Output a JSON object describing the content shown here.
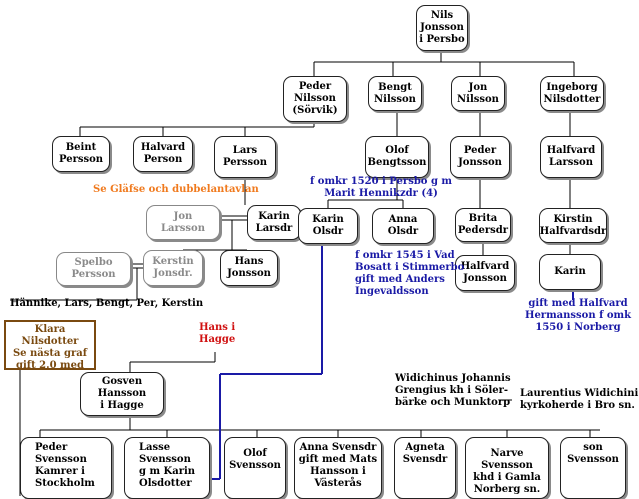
{
  "people": {
    "nils": "Nils\nJonsson\ni Persbo",
    "peder_nilsson": "Peder\nNilsson\n(Sörvik)",
    "bengt_nilsson": "Bengt\nNilsson",
    "jon_nilsson": "Jon\nNilsson",
    "ingeborg": "Ingeborg\nNilsdotter",
    "beint": "Beint\nPersson",
    "halvard_p": "Halvard\nPerson",
    "lars_p": "Lars\nPersson",
    "olof_b": "Olof\nBengtsson",
    "peder_j": "Peder\nJonsson",
    "halfvard_l": "Halfvard\nLarsson",
    "jon_l": "Jon\nLarsson",
    "karin_l": "Karin\nLarsdr",
    "karin_o": "Karin\nOlsdr",
    "anna_o": "Anna\nOlsdr",
    "brita": "Brita\nPedersdr",
    "kirstin_h": "Kirstin\nHalfvardsdr",
    "spelbo": "Spelbo\nPersson",
    "kerstin_j": "Kerstin\nJonsdr.",
    "hans_j": "Hans\nJonsson",
    "halfvard_j": "Halfvard\nJonsson",
    "karin_k": "Karin",
    "gosven": "Gosven\nHansson\ni Hagge",
    "peder_s": "Peder\nSvensson\nKamrer i\nStockholm",
    "lasse_s": "Lasse\nSvensson\ng m Karin\nOlsdotter",
    "olof_s": "Olof\nSvensson",
    "anna_s": "Anna Svensdr\ngift med Mats\nHansson i\nVästerås",
    "agneta": "Agneta\nSvensdr",
    "narve": "Narve\nSvensson\nkhd i Gamla\nNorberg sn.",
    "son": "son\nSvensson"
  },
  "notes": {
    "glafse": "Se Gläfse och dubbelantavlan",
    "fomkr1520": "f omkr 1520 i Persbo g m\nMarit Hennikzdr  (4)",
    "fomkr1545": "f omkr 1545 i Vad\nBosatt i Stimmerbo\ngift med Anders\nIngevaldsson",
    "gift_halfvard": "gift med Halfvard\nHermansson f omk\n1550 i  Norberg",
    "hannike": "Hännike, Lars, Bengt, Per, Kerstin",
    "hans_hagge": "Hans i\nHagge",
    "widichinus": "Widichinus Johannis\nGrengius kh i Söler-\nbärke och Munktorp",
    "laurentius": "Laurentius Widichini\nkyrkoherde i Bro sn.",
    "klara": "Klara Nilsdotter\nSe nästa graf\ngift 2.0 med"
  },
  "colors": {
    "line": "#000000",
    "blue_link": "#1a1aa6",
    "klara_border": "#7a4a10",
    "orange": "#f07a1e",
    "red": "#d01010"
  }
}
